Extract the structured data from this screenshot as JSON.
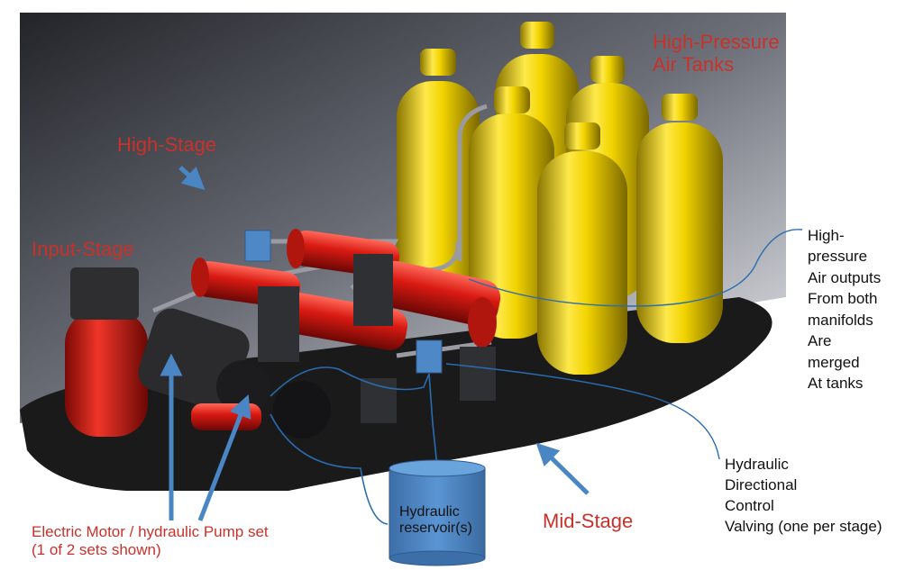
{
  "labels": {
    "high_pressure_air_tanks": [
      "High-Pressure",
      "Air Tanks"
    ],
    "high_stage": "High-Stage",
    "input_stage": "Input-Stage",
    "mid_stage": "Mid-Stage",
    "motor_pump": [
      "Electric Motor / hydraulic Pump set",
      "(1 of 2 sets shown)"
    ],
    "hydraulic_reservoir": [
      "Hydraulic",
      "reservoir(s)"
    ],
    "air_outputs_note": [
      "High-",
      "pressure",
      "Air outputs",
      "From both",
      "manifolds",
      "Are",
      "merged",
      "At tanks"
    ],
    "valving_note": [
      "Hydraulic",
      "Directional",
      "Control",
      "Valving (one per stage)"
    ]
  },
  "colors": {
    "label_red": "#c8322b",
    "tank_yellow": "#f2d400",
    "cylinder_red": "#d91a12",
    "reservoir_blue": "#4f88c6",
    "leader_line": "#2a6cb0",
    "base_dark": "#1a1a1a"
  }
}
